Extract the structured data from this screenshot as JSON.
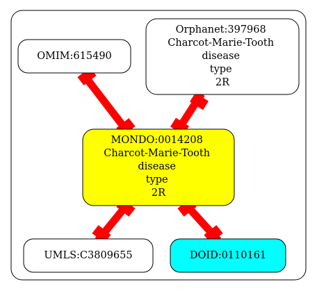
{
  "colors": {
    "background": "#ffffff",
    "border": "#000000",
    "edge": "#ff0000",
    "center_fill": "#ffff00",
    "doid_fill": "#00ffff",
    "default_fill": "#ffffff"
  },
  "nodes": {
    "omim": {
      "lines": [
        "OMIM:615490"
      ]
    },
    "orphanet": {
      "lines": [
        "Orphanet:397968",
        "Charcot-Marie-Tooth",
        "disease",
        "type",
        "2R"
      ]
    },
    "mondo": {
      "lines": [
        "MONDO:0014208",
        "Charcot-Marie-Tooth",
        "disease",
        "type",
        "2R"
      ]
    },
    "umls": {
      "lines": [
        "UMLS:C3809655"
      ]
    },
    "doid": {
      "lines": [
        "DOID:0110161"
      ]
    }
  }
}
